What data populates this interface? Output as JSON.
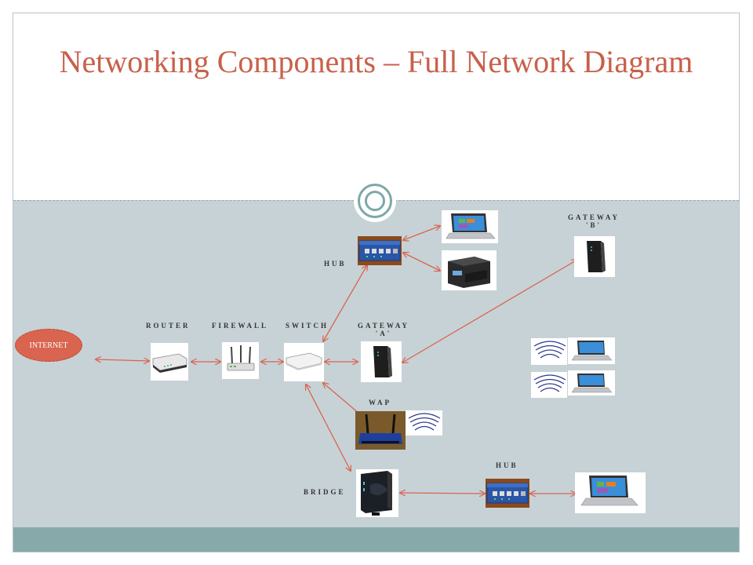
{
  "slide": {
    "title": "Networking Components – Full Network Diagram"
  },
  "diagram": {
    "internet_label": "INTERNET",
    "labels": {
      "router": "ROUTER",
      "firewall": "FIREWALL",
      "switch": "SWITCH",
      "gateway_a": "GATEWAY\n'A'",
      "gateway_b": "GATEWAY\n'B'",
      "hub_top": "HUB",
      "hub_bottom": "HUB",
      "wap": "WAP",
      "bridge": "BRIDGE"
    }
  },
  "colors": {
    "title": "#c8604a",
    "content_bg": "#c7d2d6",
    "footer_bar": "#87a9aa",
    "connector": "#d9644f",
    "internet_fill": "#d9644f",
    "wifi_wave": "#2d3a8c"
  }
}
